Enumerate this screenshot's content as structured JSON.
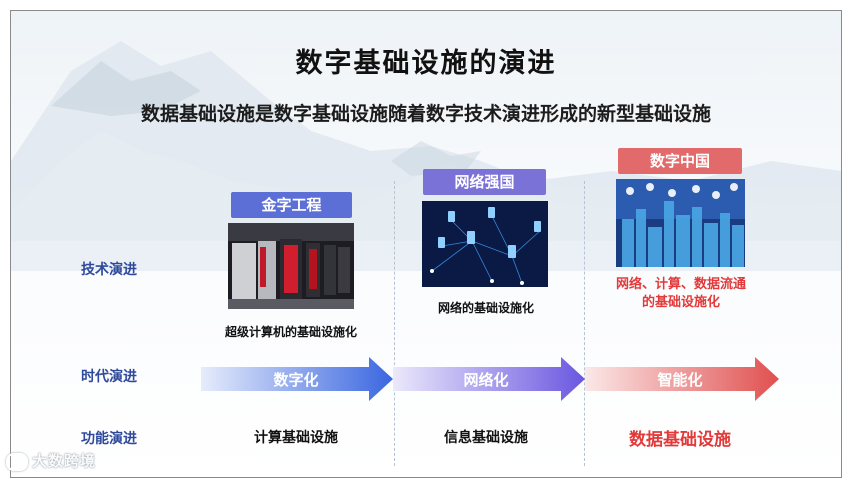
{
  "title": "数字基础设施的演进",
  "subtitle": "数据基础设施是数字基础设施随着数字技术演进形成的新型基础设施",
  "row_labels": {
    "tech": "技术演进",
    "era": "时代演进",
    "function": "功能演进"
  },
  "stages": [
    {
      "tag": "金字工程",
      "tech_caption": "超级计算机的基础设施化",
      "era": "数字化",
      "function": "计算基础设施",
      "tag_color": "#5b6fd6",
      "arrow_color": "#3c68e0"
    },
    {
      "tag": "网络强国",
      "tech_caption": "网络的基础设施化",
      "era": "网络化",
      "function": "信息基础设施",
      "tag_color": "#7b72d8",
      "arrow_color": "#6e5fe0"
    },
    {
      "tag": "数字中国",
      "tech_caption_line1": "网络、计算、数据流通",
      "tech_caption_line2": "的基础设施化",
      "era": "智能化",
      "function": "数据基础设施",
      "tag_color": "#e26a6a",
      "arrow_color": "#e15a5a"
    }
  ],
  "watermark": "大数跨境"
}
